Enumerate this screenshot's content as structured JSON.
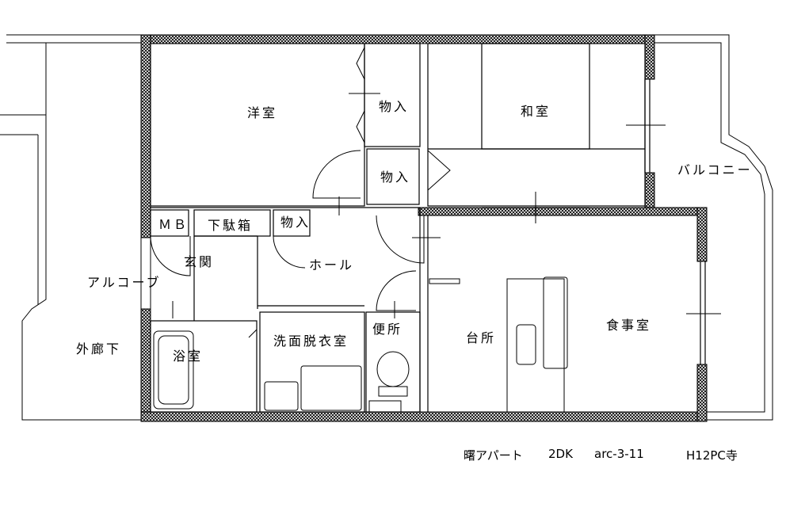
{
  "rooms": {
    "yoshitsu": "洋室",
    "oshiire_1": "物入",
    "washitsu": "和室",
    "oshiire_2": "物入",
    "balcony": "バルコニー",
    "mb": "ＭＢ",
    "getabako": "下駄箱",
    "oshiire_3": "物入",
    "genkan": "玄関",
    "hall": "ホール",
    "alcove": "アルコーブ",
    "corridor": "外廊下",
    "bath": "浴室",
    "washroom": "洗面脱衣室",
    "toilet": "便所",
    "kitchen": "台所",
    "dining": "食事室"
  },
  "caption": {
    "name": "曙アパート",
    "type": "2DK",
    "code": "arc-3-11",
    "author": "H12PC寺"
  },
  "colors": {
    "wall_hatch": "#000000",
    "line": "#000000",
    "background": "#ffffff"
  }
}
